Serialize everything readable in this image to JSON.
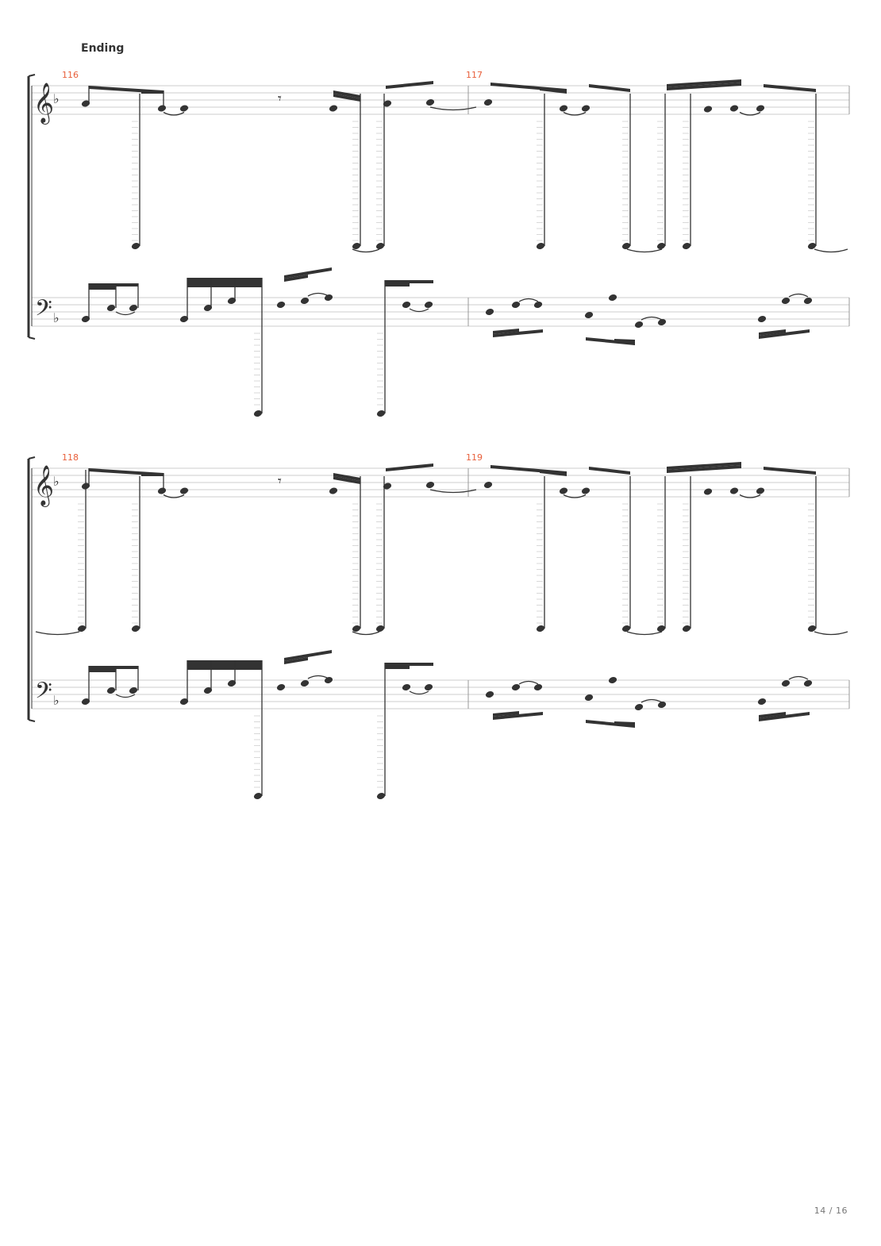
{
  "section": {
    "label": "Ending"
  },
  "key_signature": "F major (one flat)",
  "systems": [
    {
      "measures": [
        {
          "number": "116"
        },
        {
          "number": "117"
        }
      ]
    },
    {
      "measures": [
        {
          "number": "118"
        },
        {
          "number": "119"
        }
      ]
    }
  ],
  "footer": {
    "page_indicator": "14 / 16"
  },
  "colors": {
    "measure_number": "#e8603c",
    "notation": "#333333",
    "staff_line": "#bbbbbb"
  },
  "icons": {
    "treble_clef": "treble-clef-icon",
    "bass_clef": "bass-clef-icon",
    "flat": "flat-icon",
    "rest": "eighth-rest-icon"
  }
}
